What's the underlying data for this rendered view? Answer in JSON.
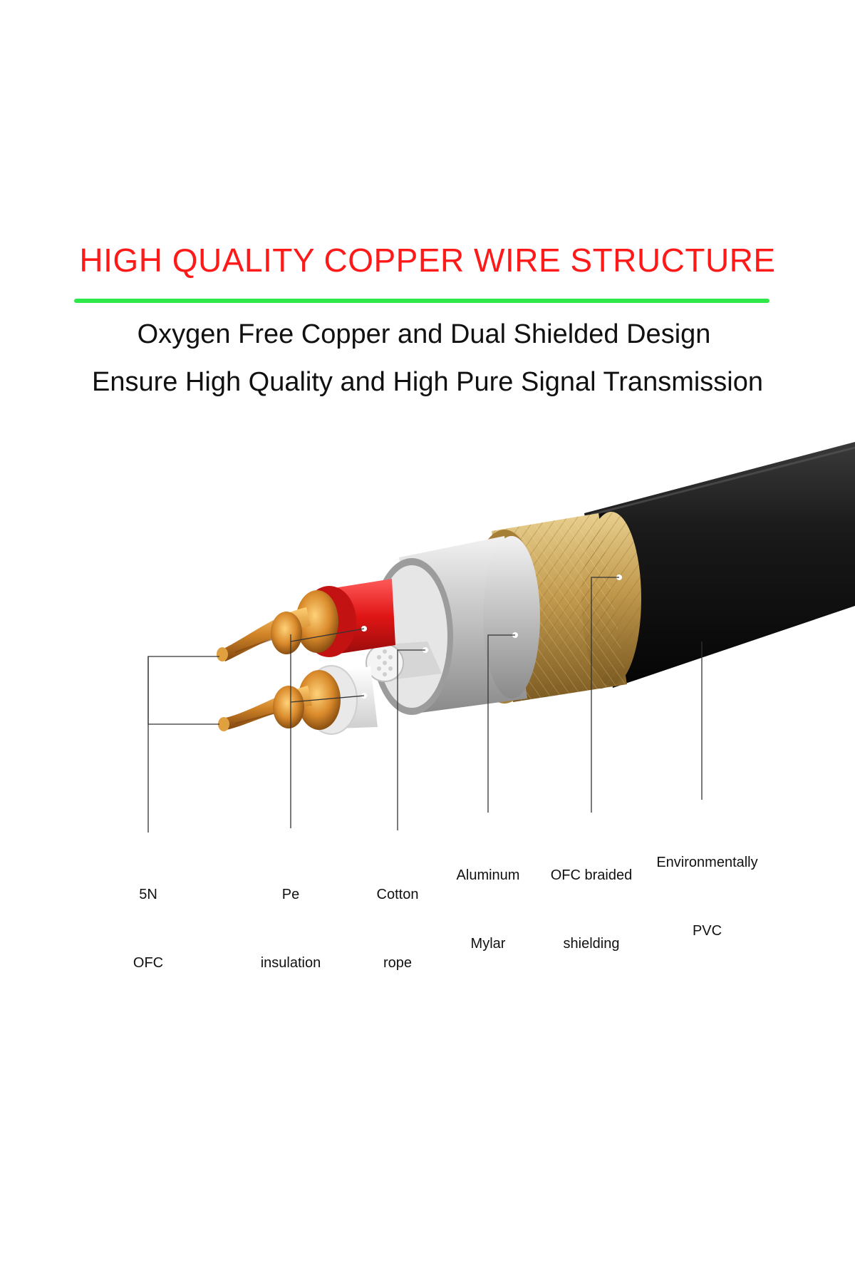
{
  "heading": "HIGH QUALITY COPPER WIRE STRUCTURE",
  "subheading": {
    "line1": "Oxygen Free Copper and Dual Shielded Design",
    "line2": "Ensure High Quality and High Pure Signal Transmission"
  },
  "labels": [
    {
      "line1": "5N",
      "line2": "OFC"
    },
    {
      "line1": "Pe",
      "line2": "insulation"
    },
    {
      "line1": "Cotton",
      "line2": "rope"
    },
    {
      "line1": "Aluminum",
      "line2": "Mylar"
    },
    {
      "line1": "OFC braided",
      "line2": "shielding"
    },
    {
      "line1": "Environmentally",
      "line2": "PVC"
    }
  ],
  "colors": {
    "heading": "#ff1a1a",
    "rule": "#2ee84a",
    "jacket": "#111111",
    "braid": "#c9a35a",
    "foil": "#c8c8c8",
    "red_insulation": "#e01515",
    "copper": "#d98a2b"
  }
}
